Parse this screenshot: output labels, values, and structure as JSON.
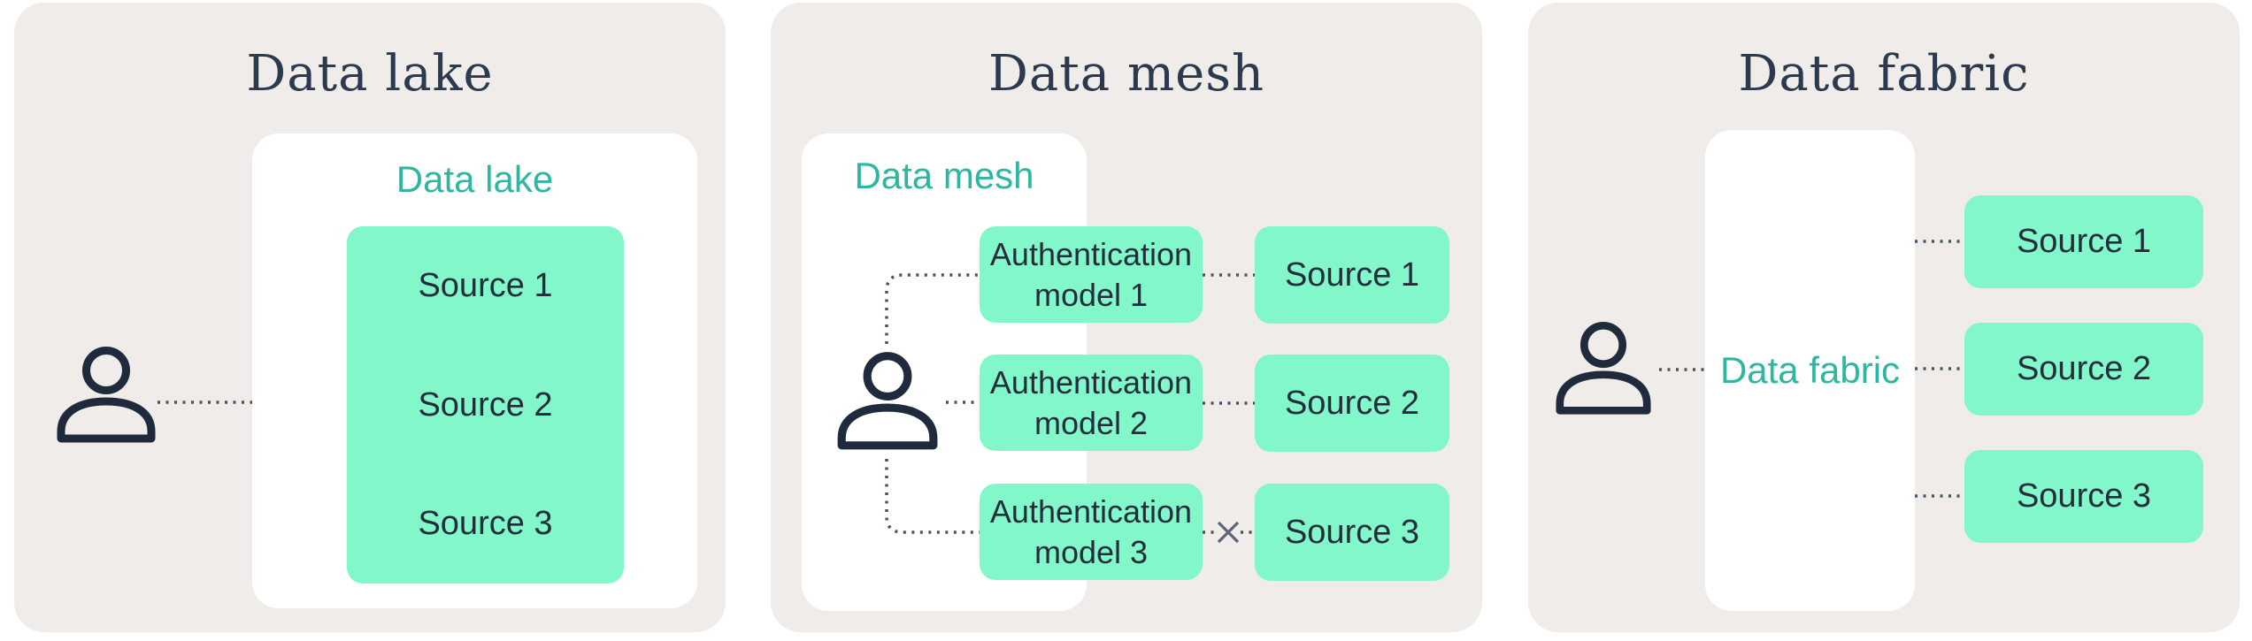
{
  "colors": {
    "card_background": "#EFECEA",
    "inner_panel": "#FFFFFF",
    "mint_box": "#81F7CA",
    "teal_label": "#2FB6A1",
    "title_navy": "#2C3A50",
    "box_text": "#232E3C",
    "dotted_line": "#4A5460",
    "person_stroke": "#1F2B3C"
  },
  "icons": {
    "person": "person-icon",
    "broken_connection": "x-cross-icon"
  },
  "panels": [
    {
      "title": "Data lake",
      "card_label": "Data lake",
      "sources": [
        "Source 1",
        "Source 2",
        "Source 3"
      ]
    },
    {
      "title": "Data mesh",
      "card_label": "Data mesh",
      "auth_models": [
        {
          "line1": "Authentication",
          "line2": "model 1"
        },
        {
          "line1": "Authentication",
          "line2": "model 2"
        },
        {
          "line1": "Authentication",
          "line2": "model 3"
        }
      ],
      "sources": [
        "Source 1",
        "Source 2",
        "Source 3"
      ],
      "broken_link_to": "Source 3"
    },
    {
      "title": "Data fabric",
      "card_label": "Data fabric",
      "sources": [
        "Source 1",
        "Source 2",
        "Source 3"
      ]
    }
  ]
}
